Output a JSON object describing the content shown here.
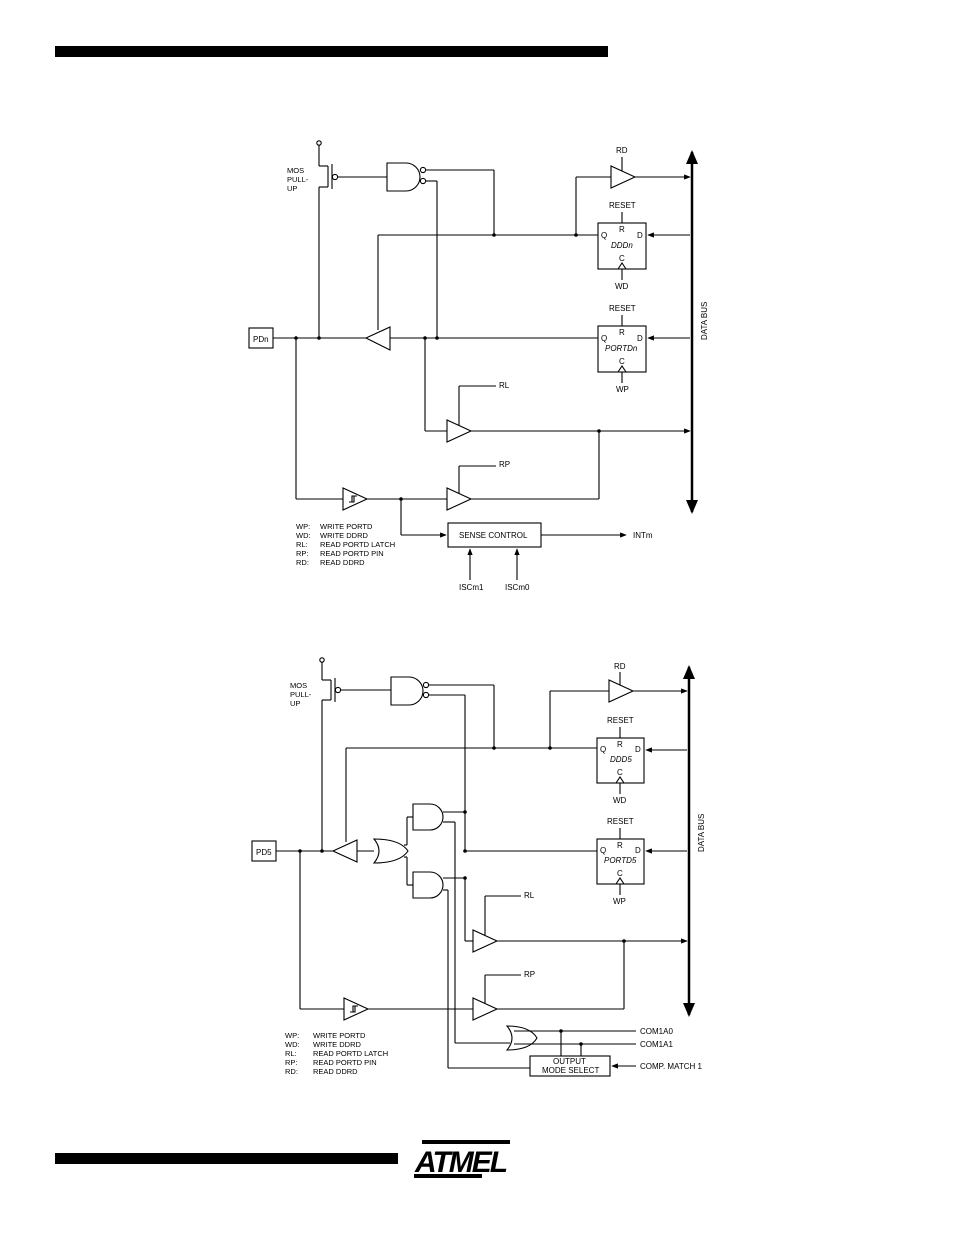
{
  "diagram1": {
    "mos_pullup": [
      "MOS",
      "PULL-",
      "UP"
    ],
    "pin": "PDn",
    "rd": "RD",
    "reset_ddr": "RESET",
    "reset_port": "RESET",
    "ddr_reg": {
      "r": "R",
      "q": "Q",
      "d": "D",
      "name": "DDDn",
      "c": "C"
    },
    "port_reg": {
      "r": "R",
      "q": "Q",
      "d": "D",
      "name": "PORTDn",
      "c": "C"
    },
    "wd": "WD",
    "wp": "WP",
    "rl": "RL",
    "rp": "RP",
    "data_bus": "DATA BUS",
    "sense_control": "SENSE CONTROL",
    "intm": "INTm",
    "iscm1": "ISCm1",
    "iscm0": "ISCm0",
    "legend": [
      {
        "key": "WP:",
        "text": "WRITE PORTD"
      },
      {
        "key": "WD:",
        "text": "WRITE DDRD"
      },
      {
        "key": "RL:",
        "text": "READ PORTD LATCH"
      },
      {
        "key": "RP:",
        "text": "READ PORTD PIN"
      },
      {
        "key": "RD:",
        "text": "READ DDRD"
      }
    ]
  },
  "diagram2": {
    "mos_pullup": [
      "MOS",
      "PULL-",
      "UP"
    ],
    "pin": "PD5",
    "rd": "RD",
    "reset_ddr": "RESET",
    "reset_port": "RESET",
    "ddr_reg": {
      "r": "R",
      "q": "Q",
      "d": "D",
      "name": "DDD5",
      "c": "C"
    },
    "port_reg": {
      "r": "R",
      "q": "Q",
      "d": "D",
      "name": "PORTD5",
      "c": "C"
    },
    "wd": "WD",
    "wp": "WP",
    "rl": "RL",
    "rp": "RP",
    "data_bus": "DATA BUS",
    "com1a0": "COM1A0",
    "com1a1": "COM1A1",
    "output_mode_select": [
      "OUTPUT",
      "MODE SELECT"
    ],
    "comp_match": "COMP. MATCH 1",
    "legend": [
      {
        "key": "WP:",
        "text": "WRITE PORTD"
      },
      {
        "key": "WD:",
        "text": "WRITE DDRD"
      },
      {
        "key": "RL:",
        "text": "READ PORTD LATCH"
      },
      {
        "key": "RP:",
        "text": "READ PORTD PIN"
      },
      {
        "key": "RD:",
        "text": "READ DDRD"
      }
    ]
  },
  "logo": {
    "brand": "ATMEL"
  }
}
